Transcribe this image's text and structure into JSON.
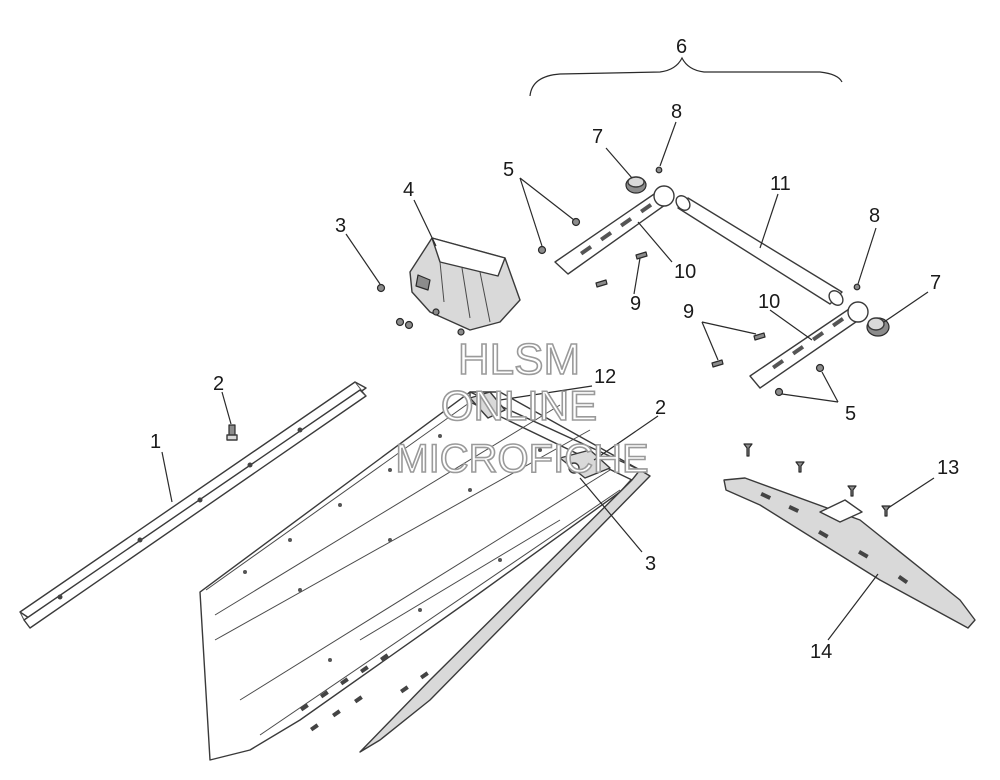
{
  "watermark": {
    "line1": "HLSM",
    "line2": "ONLINE",
    "line3": "MICROFICHE"
  },
  "callouts": {
    "c1": "1",
    "c2a": "2",
    "c2b": "2",
    "c3a": "3",
    "c3b": "3",
    "c4": "4",
    "c5a": "5",
    "c5b": "5",
    "c6": "6",
    "c7a": "7",
    "c7b": "7",
    "c8a": "8",
    "c8b": "8",
    "c9a": "9",
    "c9b": "9",
    "c10a": "10",
    "c10b": "10",
    "c11": "11",
    "c12": "12",
    "c13": "13",
    "c14": "14"
  }
}
